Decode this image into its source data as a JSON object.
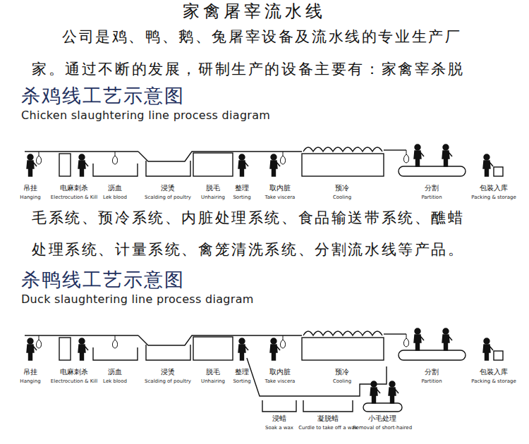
{
  "diagram": {
    "title": "家禽屠宰流水线",
    "labels": [
      "公司是鸡、鸭、鹅、兔屠宰设备及流水线的专业生产厂",
      "家。通过不断的发展，研制生产的设备主要有：家禽宰杀脱",
      "杀鸡线工艺示意图",
      "Chicken slaughtering line process diagram",
      "吊挂",
      "Hanging",
      "电麻刺杀",
      "Electrocution & Kill",
      "沥血",
      "Lek blood",
      "浸烫",
      "Scalding of poultry",
      "脱毛",
      "Unhairing",
      "整理",
      "Sorting",
      "取内脏",
      "Take viscera",
      "预冷",
      "Cooling",
      "分割",
      "Partition",
      "包装入库",
      "Packing & storage",
      "毛系统、预冷系统、内脏处理系统、食品输送带系统、醮蜡",
      "处理系统、计量系统、禽笼清洗系统、分割流水线等产品。",
      "杀鸭线工艺示意图",
      "Duck slaughtering line process diagram",
      "吊挂",
      "Hanging",
      "电麻刺杀",
      "Electrocution & Kill",
      "沥血",
      "Lek blood",
      "浸烫",
      "Scalding of poultry",
      "脱毛",
      "Unhairing",
      "整理",
      "Sorting",
      "取内脏",
      "Take viscera",
      "预冷",
      "Cooling",
      "分割",
      "Partition",
      "包装入库",
      "Packing & storage",
      "浸蜡",
      "Soak a wax",
      "凝脱蜡",
      "Curdle to take off a wax",
      "小毛处理",
      "Removal of short-haired"
    ]
  }
}
